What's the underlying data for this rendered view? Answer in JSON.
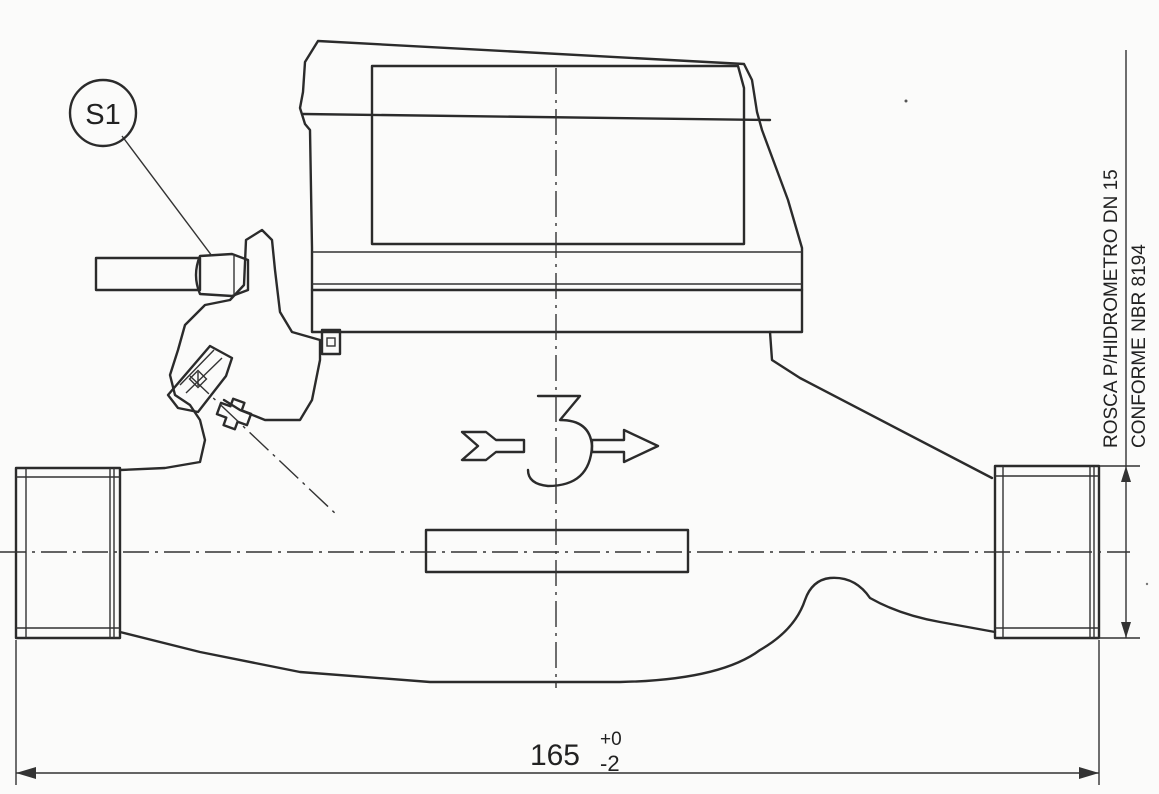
{
  "balloon": {
    "label": "S1"
  },
  "dimension": {
    "value": "165",
    "tol_upper": "+0",
    "tol_lower": "-2"
  },
  "note": {
    "line1": "ROSCA P/HIDROMETRO DN 15",
    "line2": "CONFORME NBR 8194"
  },
  "colors": {
    "ink": "#2b2b2b",
    "paper": "#fbfbfa"
  }
}
